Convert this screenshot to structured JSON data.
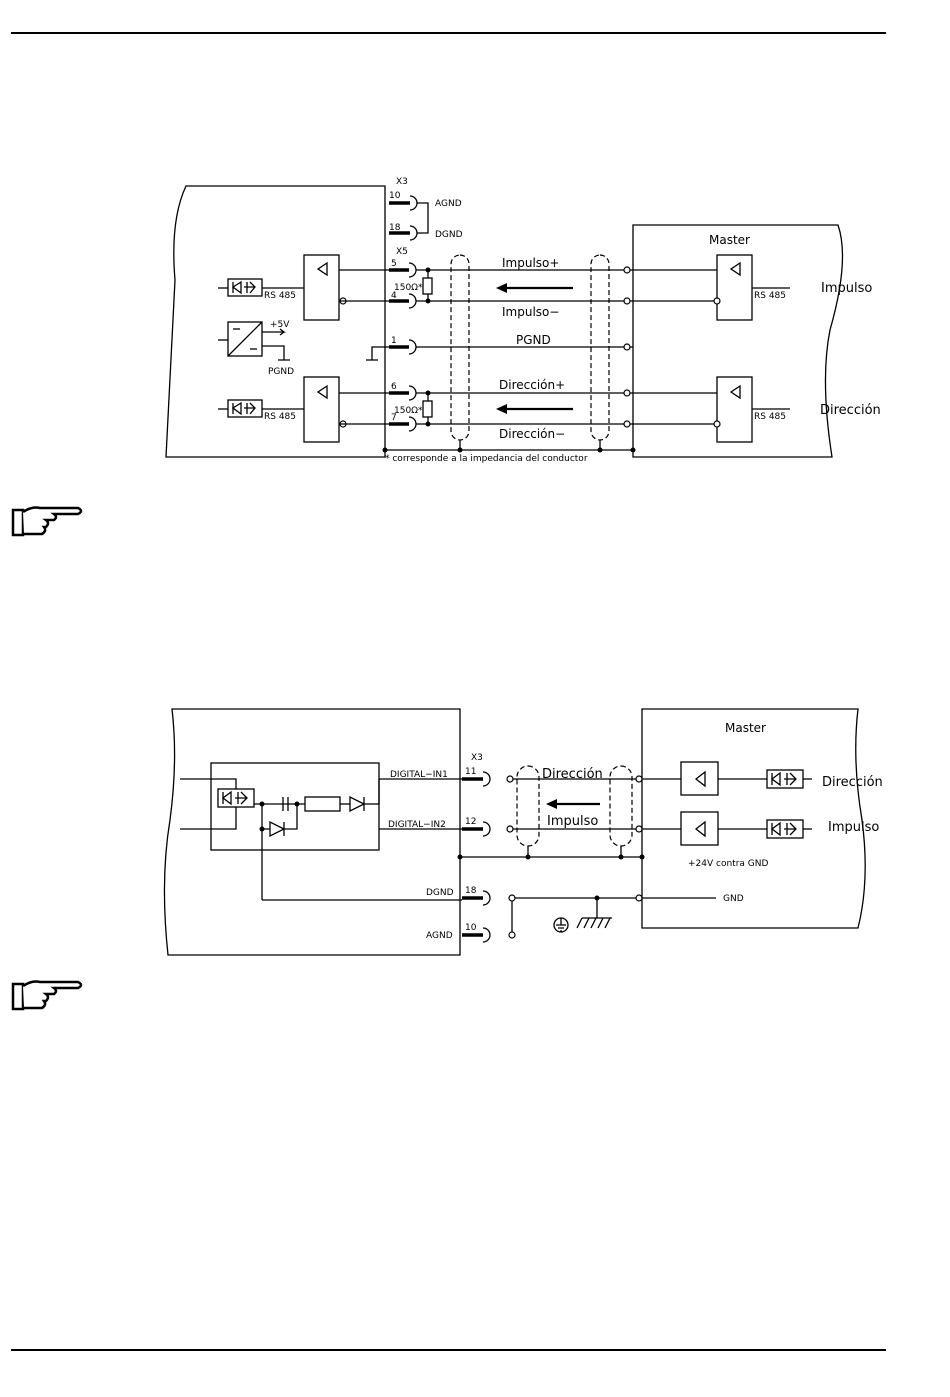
{
  "diagram1": {
    "x3_label": "X3",
    "x5_label": "X5",
    "pin10": "10",
    "pin18": "18",
    "agnd": "AGND",
    "dgnd": "DGND",
    "pin5": "5",
    "pin4": "4",
    "pin1": "1",
    "pin6": "6",
    "pin7": "7",
    "r1": "150Ω*",
    "r2": "150Ω*",
    "plus5v": "+5V",
    "pgnd_left": "PGND",
    "rs485_a": "RS 485",
    "rs485_b": "RS 485",
    "rs485_c": "RS 485",
    "rs485_d": "RS 485",
    "master": "Master",
    "impulso_plus": "Impulso+",
    "impulso_minus": "Impulso−",
    "pgnd_line": "PGND",
    "direccion_plus": "Dirección+",
    "direccion_minus": "Dirección−",
    "impulso_right": "Impulso",
    "direccion_right": "Dirección",
    "footnote": "* corresponde a la impedancia del conductor"
  },
  "diagram2": {
    "x3_label": "X3",
    "digital_in1": "DIGITAL−IN1",
    "digital_in2": "DIGITAL−IN2",
    "pin11": "11",
    "pin12": "12",
    "pin18": "18",
    "pin10": "10",
    "dgnd": "DGND",
    "agnd": "AGND",
    "master": "Master",
    "direccion_line": "Dirección",
    "impulso_line": "Impulso",
    "direccion_right": "Dirección",
    "impulso_right": "Impulso",
    "supply": "+24V contra GND",
    "gnd": "GND"
  },
  "icons": [
    "pointing-hand-icon",
    "pointing-hand-icon"
  ]
}
